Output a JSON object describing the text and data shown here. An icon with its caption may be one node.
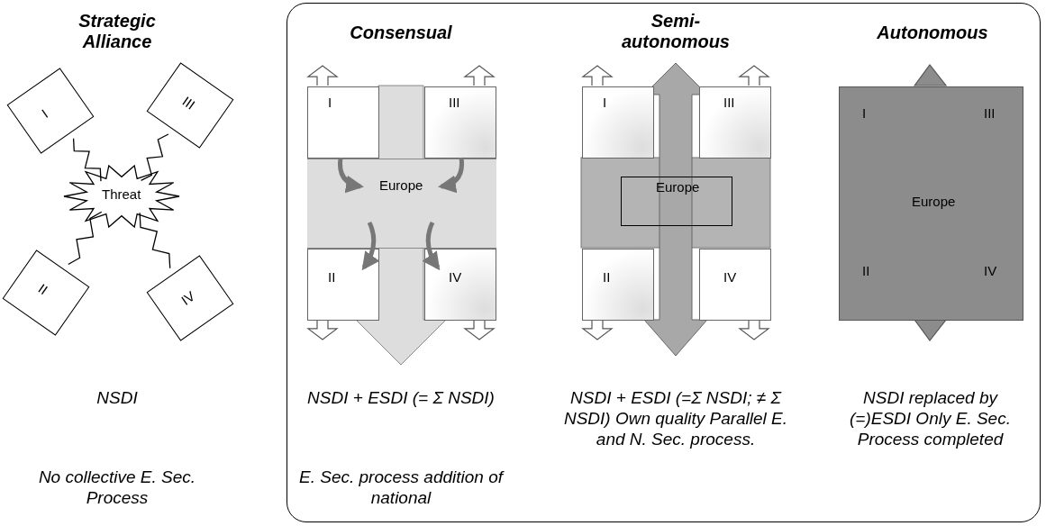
{
  "diagram": {
    "nodes": [
      {
        "text": [
          "Threat"
        ]
      },
      {
        "text": [
          "I"
        ]
      },
      {
        "text": [
          "III"
        ]
      },
      {
        "text": [
          "II"
        ]
      },
      {
        "text": [
          "IV"
        ]
      },
      {
        "text": [],
        "shape": "box"
      },
      {
        "text": [
          "Europe"
        ],
        "in": 5
      },
      {
        "text": [
          "I"
        ],
        "in": 5
      },
      {
        "text": [
          "III"
        ],
        "in": 5
      },
      {
        "text": [
          "II"
        ],
        "in": 5
      },
      {
        "text": [
          "IV"
        ],
        "in": 5
      },
      {
        "text": [
          "Europe"
        ],
        "in": 5
      },
      {
        "text": [
          "I"
        ],
        "in": 5
      },
      {
        "text": [
          "III"
        ],
        "in": 5
      },
      {
        "text": [
          "II"
        ],
        "in": 5
      },
      {
        "text": [
          "IV"
        ],
        "in": 5
      },
      {
        "text": [
          "I",
          "III",
          "Europe",
          "II",
          "IV"
        ],
        "in": 5
      }
    ],
    "edges": [
      {
        "from": 1,
        "to": 0,
        "arrow": "none"
      },
      {
        "from": 2,
        "to": 0,
        "arrow": "none"
      },
      {
        "from": 3,
        "to": 0,
        "arrow": "none"
      },
      {
        "from": 4,
        "to": 0,
        "arrow": "none"
      },
      {
        "from": 7,
        "to": 6,
        "arrow": "to",
        "style": "thick",
        "color": "#777777"
      },
      {
        "from": 8,
        "to": 6,
        "arrow": "to",
        "style": "thick",
        "color": "#777777"
      },
      {
        "from": 6,
        "to": 9,
        "arrow": "to",
        "style": "thick",
        "color": "#777777"
      },
      {
        "from": 6,
        "to": 10,
        "arrow": "to",
        "style": "thick",
        "color": "#777777"
      }
    ],
    "labels": [
      "Strategic Alliance",
      "Consensual",
      "Semi- autonomous",
      "Autonomous",
      "NSDI",
      "NSDI + ESDI (= Σ NSDI)",
      "NSDI + ESDI (=Σ NSDI; ≠ Σ NSDI) Own quality Parallel E. and N. Sec. process.",
      "NSDI replaced by (=)ESDI Only E. Sec. Process completed",
      "No collective E. Sec. Process",
      "E. Sec. process addition of national"
    ]
  }
}
